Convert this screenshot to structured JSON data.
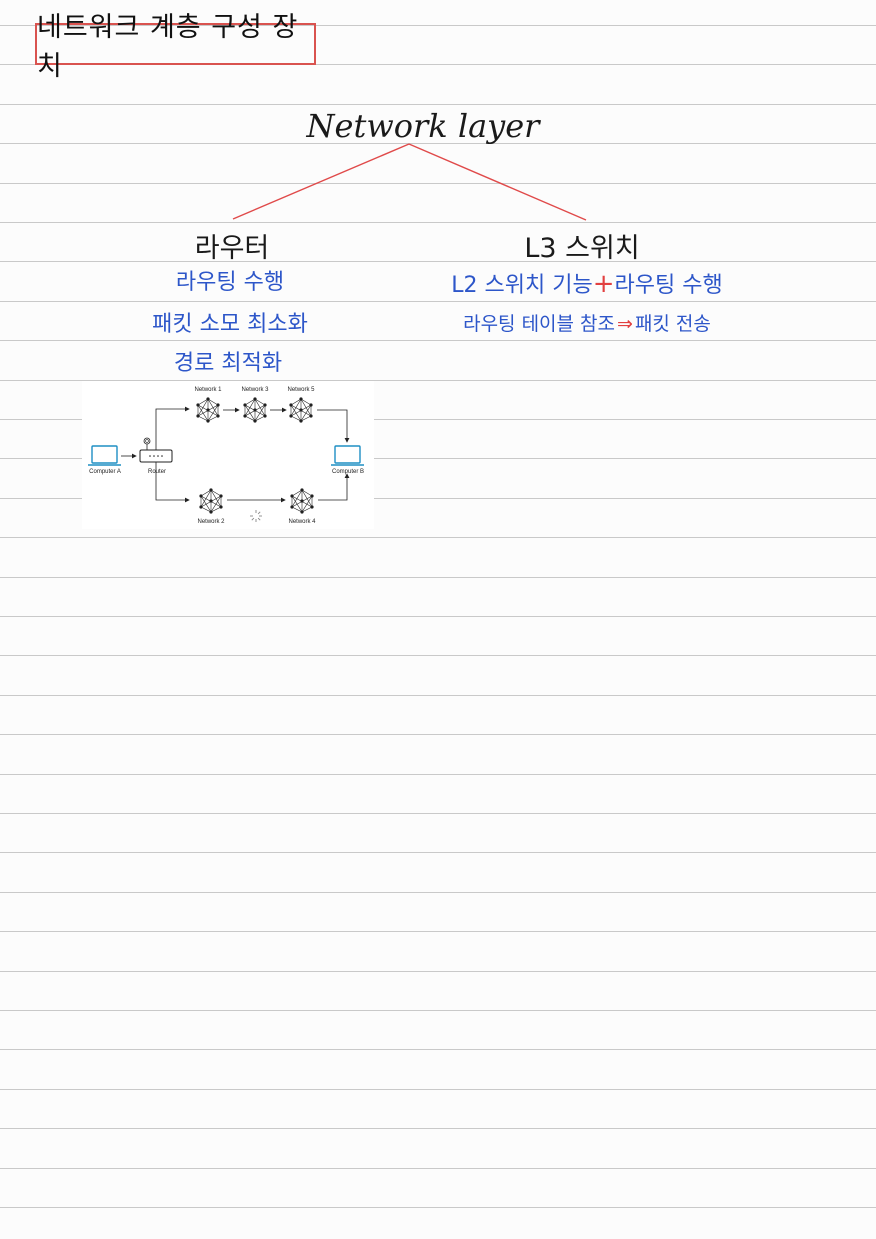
{
  "page": {
    "title": "네트워크 계층 구성 장치"
  },
  "tree": {
    "root": "Network layer",
    "router": {
      "heading": "라우터",
      "items": [
        "라우팅 수행",
        "패킷 소모 최소화",
        "경로 최적화"
      ]
    },
    "l3switch": {
      "heading": "L3 스위치",
      "line1_a": "L2 스위치 기능",
      "line1_plus": "+",
      "line1_b": "라우팅 수행",
      "line2_a": "라우팅 테이블 참조",
      "line2_arrow": "⇒",
      "line2_b": "패킷 전송"
    }
  },
  "diagram": {
    "computer_a": "Computer A",
    "router": "Router",
    "computer_b": "Computer B",
    "network1": "Network 1",
    "network2": "Network 2",
    "network3": "Network 3",
    "network4": "Network 4",
    "network5": "Network 5"
  },
  "colors": {
    "ink": "#1a1a1a",
    "blue_ink": "#2d56c9",
    "red_ink": "#e24040",
    "rule_line": "#c8c8c8"
  }
}
